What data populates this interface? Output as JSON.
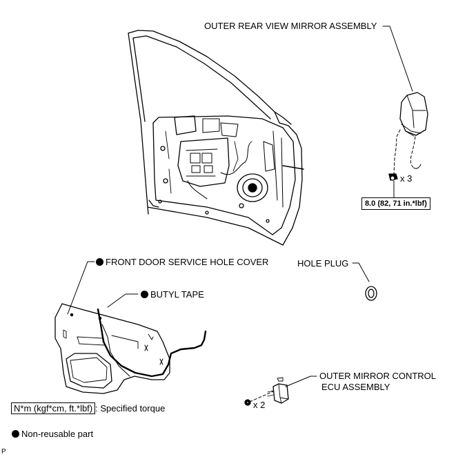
{
  "labels": {
    "mirror_assembly": "OUTER REAR VIEW MIRROR ASSEMBLY",
    "mirror_qty": "x 3",
    "torque_value": "8.0 (82, 71 in.*lbf)",
    "service_hole_cover": "FRONT DOOR SERVICE HOLE COVER",
    "butyl_tape": "BUTYL TAPE",
    "hole_plug": "HOLE PLUG",
    "ecu_assembly_line1": "OUTER MIRROR CONTROL",
    "ecu_assembly_line2": "ECU ASSEMBLY",
    "ecu_qty": "x 2"
  },
  "legend": {
    "torque_unit": "N*m (kgf*cm, ft.*lbf)",
    "torque_desc": ": Specified torque",
    "non_reusable": "Non-reusable part",
    "corner_mark": "P"
  }
}
